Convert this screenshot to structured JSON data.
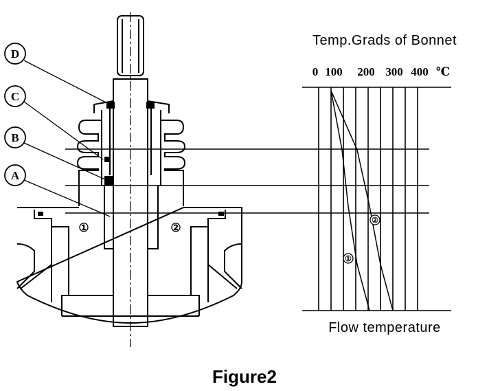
{
  "labels": {
    "d": "D",
    "c": "C",
    "b": "B",
    "a": "A"
  },
  "zones": {
    "one": "①",
    "two": "②"
  },
  "graph": {
    "title": "Temp.Grads of Bonnet",
    "ticks": [
      "0",
      "100",
      "200",
      "300",
      "400",
      "℃"
    ],
    "xlabel": "Flow temperature",
    "curve1_marker": "①",
    "curve2_marker": "②"
  },
  "caption": "Figure2"
}
